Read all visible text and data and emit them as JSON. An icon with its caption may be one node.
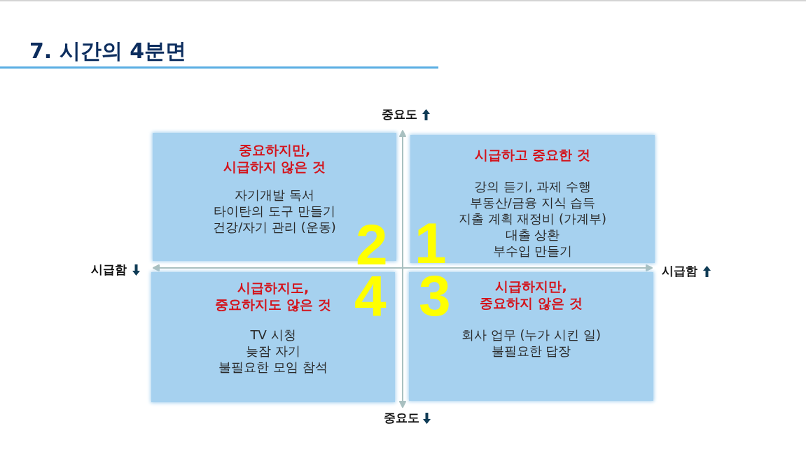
{
  "diagram": {
    "title": "7. 시간의 4분면",
    "nodes": [
      {
        "text": [
          "중요하지만, 시급하지 않은 것",
          "자기개발 독서",
          "타이탄의 도구 만들기",
          "건강/자기 관리 (운동)",
          "2"
        ]
      },
      {
        "text": [
          "시급하고 중요한 것",
          "강의 듣기, 과제 수행",
          "부동산/금융 지식 습득",
          "지출 계획 재정비 (가계부)",
          "대출 상환",
          "부수입 만들기",
          "1"
        ]
      },
      {
        "text": [
          "시급하지도, 중요하지도 않은 것",
          "TV 시청",
          "늦잠 자기",
          "불필요한 모임 참석",
          "4"
        ]
      },
      {
        "text": [
          "시급하지만, 중요하지 않은 것",
          "회사 업무 (누가 시킨 일)",
          "불필요한 답장",
          "3"
        ]
      }
    ],
    "labels": [
      "중요도",
      "시급함",
      "시급함",
      "중요도"
    ]
  }
}
